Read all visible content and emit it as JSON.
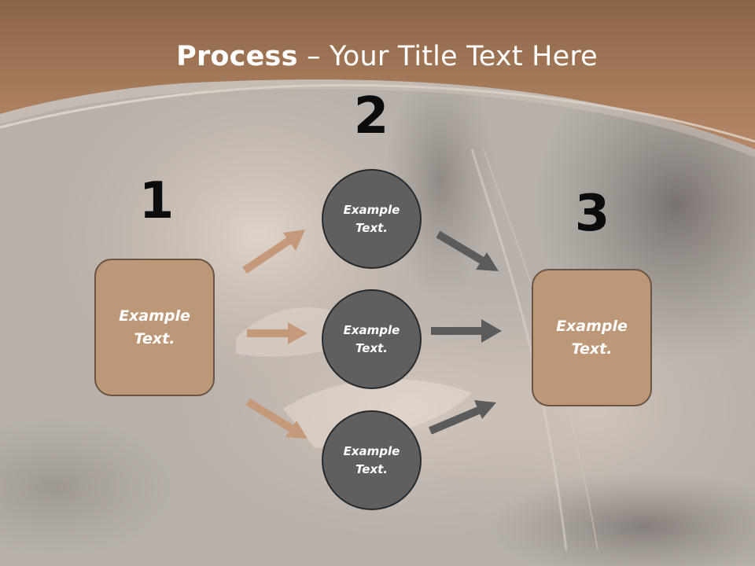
{
  "slide": {
    "title_bold": "Process",
    "title_rest": " – Your Title Text Here"
  },
  "numbers": [
    "1",
    "2",
    "3"
  ],
  "boxes": {
    "left": "Example\nText.",
    "right": "Example\nText."
  },
  "circles": [
    "Example\nText.",
    "Example\nText.",
    "Example\nText."
  ],
  "colors": {
    "header_band": "#a97d5c",
    "box_fill": "#bd9878",
    "circle_fill": "#5f5f5f",
    "left_arrow": "#c49a7a",
    "right_arrow": "#5b5b5b"
  }
}
